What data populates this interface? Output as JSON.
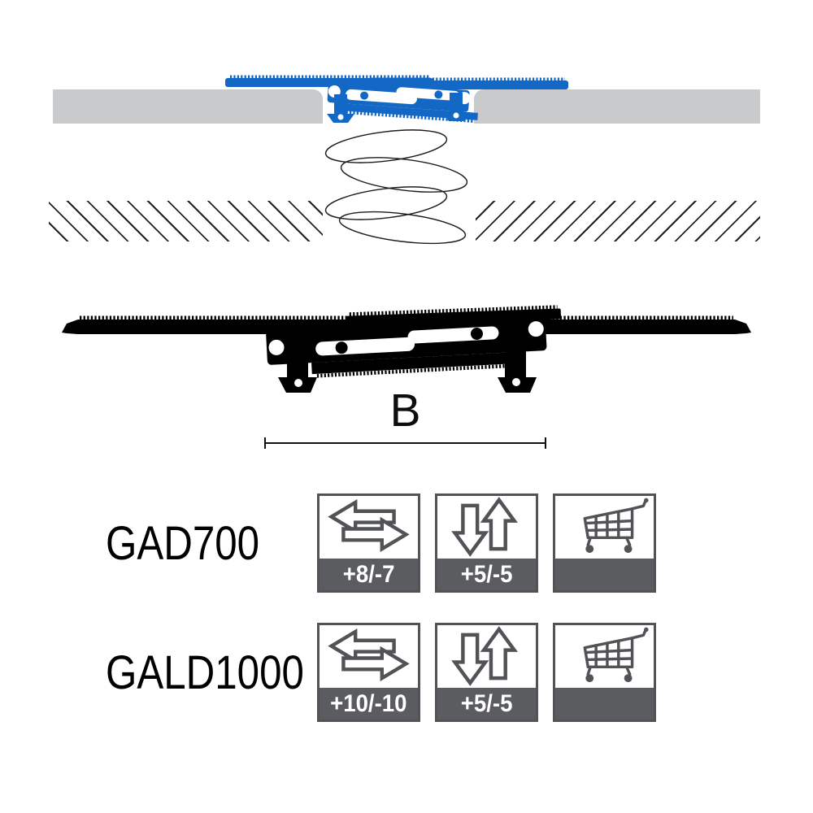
{
  "figure": {
    "dimension_label": "B"
  },
  "products": [
    {
      "name": "GAD700",
      "badges": [
        {
          "icon": "horizontal-arrows-icon",
          "value": "+8/-7"
        },
        {
          "icon": "vertical-arrows-icon",
          "value": "+5/-5"
        },
        {
          "icon": "cart-icon",
          "value": ""
        }
      ]
    },
    {
      "name": "GALD1000",
      "badges": [
        {
          "icon": "horizontal-arrows-icon",
          "value": "+10/-10"
        },
        {
          "icon": "vertical-arrows-icon",
          "value": "+5/-5"
        },
        {
          "icon": "cart-icon",
          "value": ""
        }
      ]
    }
  ],
  "colors": {
    "profile_blue": "#1268c4",
    "slab_gray": "#c9cacb",
    "hatch_line": "#222222",
    "badge_border_gray": "#525356",
    "badge_footer_gray": "#5b5c5f",
    "icon_gray": "#525356",
    "drawing_black": "#000000"
  }
}
